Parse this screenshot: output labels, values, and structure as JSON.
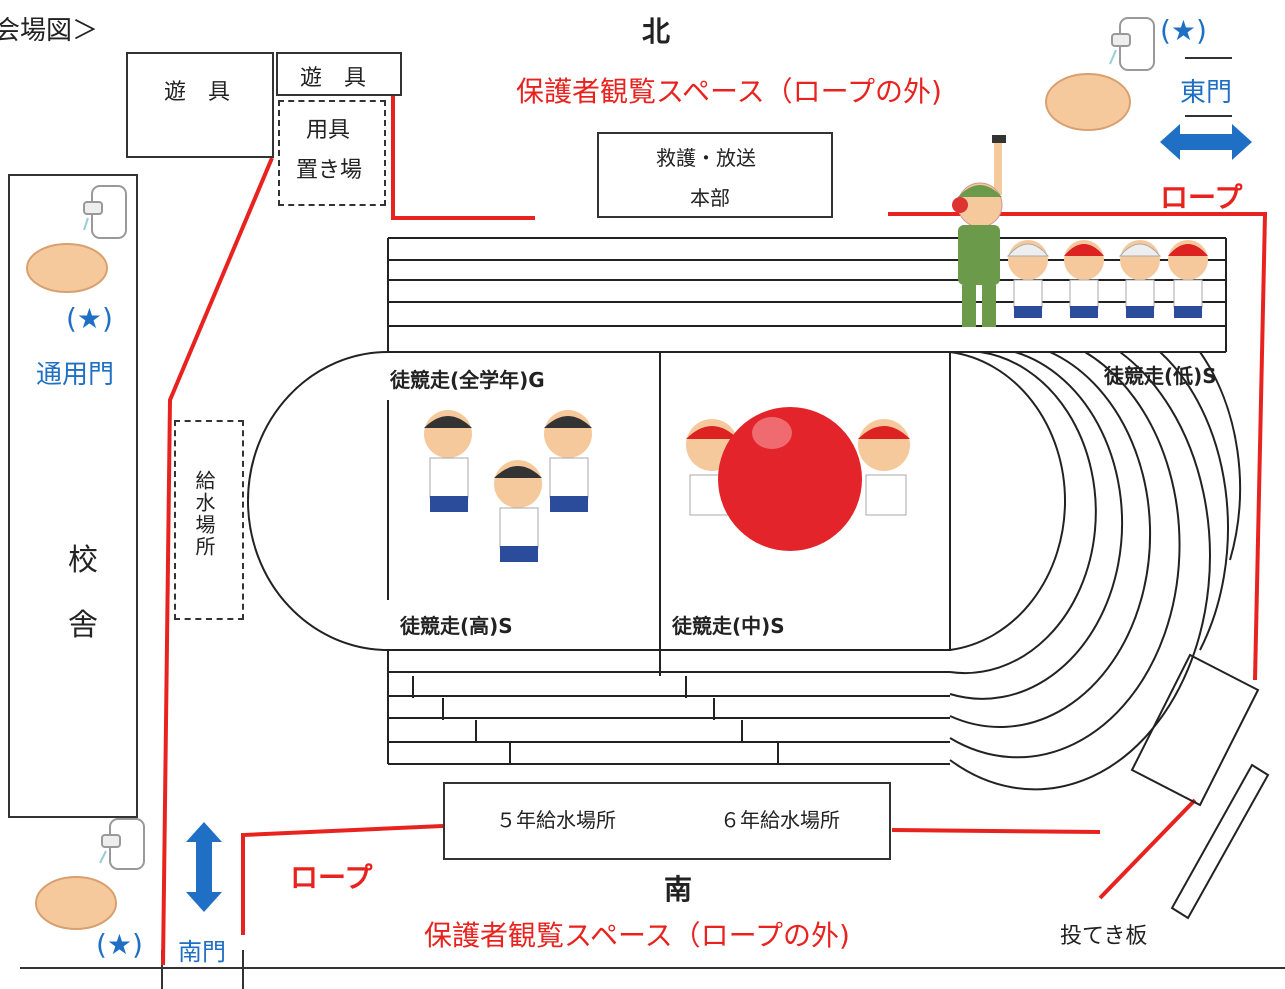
{
  "title": "会場図＞",
  "compass": {
    "north": "北",
    "south": "南"
  },
  "areas": {
    "playground_1": "遊　具",
    "playground_2": "遊　具",
    "storage_line1": "用具",
    "storage_line2": "置き場",
    "hq_line1": "救護・放送",
    "hq_line2": "本部",
    "school_line1": "校",
    "school_line2": "舎",
    "water_station": "給水場所",
    "water_5": "５年給水場所",
    "water_6": "６年給水場所",
    "throw_board": "投てき板"
  },
  "spectator": {
    "north": "保護者観覧スペース（ロープの外)",
    "south": "保護者観覧スペース（ロープの外)"
  },
  "rope": {
    "east": "ロープ",
    "south": "ロープ"
  },
  "gates": {
    "west": "通用門",
    "east": "東門",
    "south": "南門",
    "star_west": "(★)",
    "star_east": "(★)",
    "star_south": "(★)"
  },
  "events": {
    "all_grades": "徒競走(全学年)G",
    "low": "徒競走(低)S",
    "high": "徒競走(高)S",
    "middle": "徒競走(中)S"
  },
  "colors": {
    "rope": "#e8231f",
    "gate": "#1f6fc4",
    "text": "#222222"
  },
  "icons": [
    "hand-washing-icon",
    "starter-pistol-icon",
    "runners-icon",
    "ball-push-icon"
  ]
}
